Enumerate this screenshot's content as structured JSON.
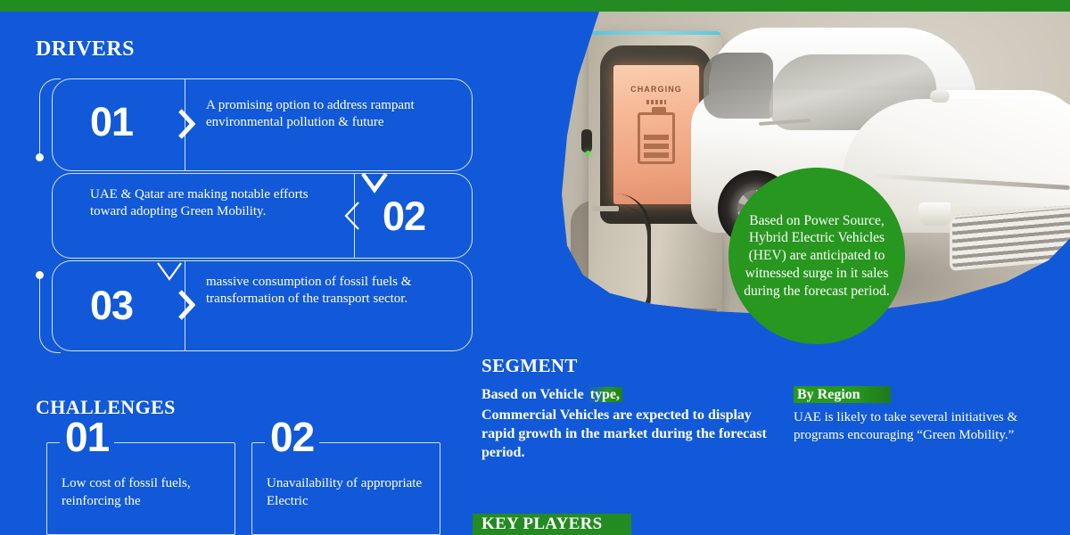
{
  "colors": {
    "background_blue": "#1159d8",
    "accent_green": "#238b22",
    "circle_green": "#27971f",
    "text_white": "#ffffff"
  },
  "sections": {
    "drivers": {
      "heading": "DRIVERS",
      "items": [
        {
          "number": "01",
          "text": "A promising option to address rampant environmental pollution & future"
        },
        {
          "number": "02",
          "text": "UAE & Qatar are making notable efforts toward adopting Green Mobility."
        },
        {
          "number": "03",
          "text": "massive consumption of fossil fuels & transformation of the transport sector."
        }
      ]
    },
    "challenges": {
      "heading": "CHALLENGES",
      "items": [
        {
          "number": "01",
          "text": "Low cost of fossil fuels, reinforcing the"
        },
        {
          "number": "02",
          "text": "Unavailability of appropriate Electric"
        }
      ]
    },
    "segment": {
      "heading": "SEGMENT",
      "vehicle_type": {
        "lead_plain": "Based on Vehicle ",
        "lead_highlight": "type,",
        "body": "Commercial Vehicles are expected to display rapid growth in the market during the forecast period."
      },
      "by_region": {
        "label": "By Region",
        "body": "UAE is likely to take several initiatives & programs encouraging “Green Mobility.”"
      }
    },
    "key_players": {
      "label": "KEY PLAYERS"
    },
    "highlight_circle": {
      "text": "Based on Power Source, Hybrid Electric Vehicles (HEV) are anticipated to witnessed surge in it sales during the forecast period."
    }
  },
  "photo": {
    "charging_station_screen_label": "CHARGING"
  }
}
